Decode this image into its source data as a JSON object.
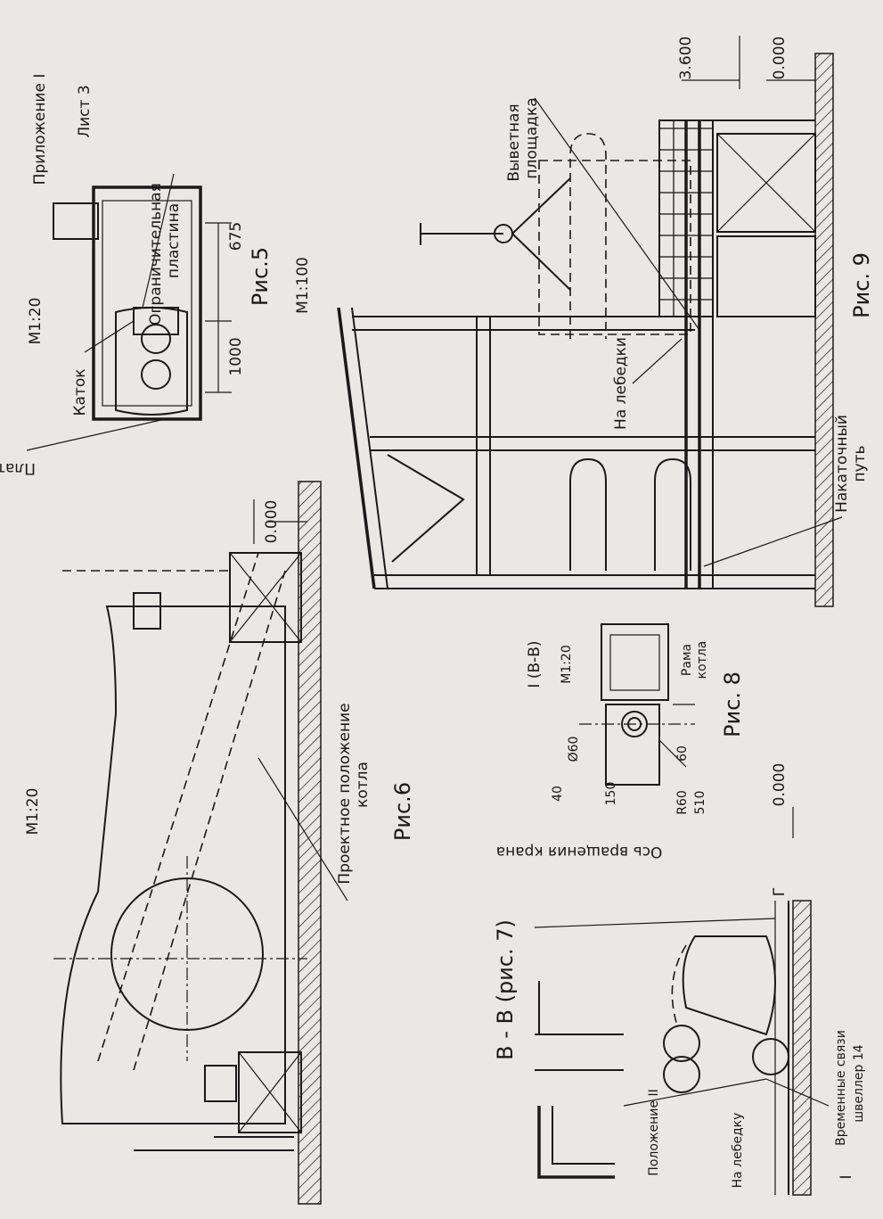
{
  "sheet": {
    "appendix": "Приложение I",
    "sheet_no": "Лист 3"
  },
  "fig5": {
    "scale": "М1:20",
    "caption": "Рис.5",
    "labels": {
      "katok": "Каток",
      "platforma": "Платформа",
      "plastina_1": "Ограничительная",
      "plastina_2": "пластина"
    },
    "dims": [
      "1000",
      "675"
    ]
  },
  "fig6": {
    "scale": "М1:20",
    "caption": "Рис.6",
    "labels": {
      "project_1": "Проектное положение",
      "project_2": "котла"
    },
    "level": "0.000"
  },
  "fig9": {
    "scale": "М1:100",
    "caption": "Рис. 9",
    "labels": {
      "platform_1": "Выветная",
      "platform_2": "площадка",
      "winch": "На лебедки",
      "track_1": "Накаточный",
      "track_2": "путь"
    },
    "levels": [
      "3.600",
      "0.000"
    ]
  },
  "fig8": {
    "section": "I (В-В)",
    "scale": "М1:20",
    "caption": "Рис. 8",
    "labels": {
      "frame_1": "Рама",
      "frame_2": "котла"
    },
    "dims": [
      "Ø60",
      "60",
      "150",
      "40",
      "R60",
      "510"
    ]
  },
  "fig7": {
    "section": "В - В (рис. 7)",
    "labels": {
      "rotation": "Ось вращения крана",
      "position": "Положение II",
      "winch": "На лебедку",
      "ties_1": "Временные связи",
      "ties_2": "швеллер 14",
      "mark_g": "Г",
      "mark_i": "I"
    },
    "level": "0.000"
  }
}
